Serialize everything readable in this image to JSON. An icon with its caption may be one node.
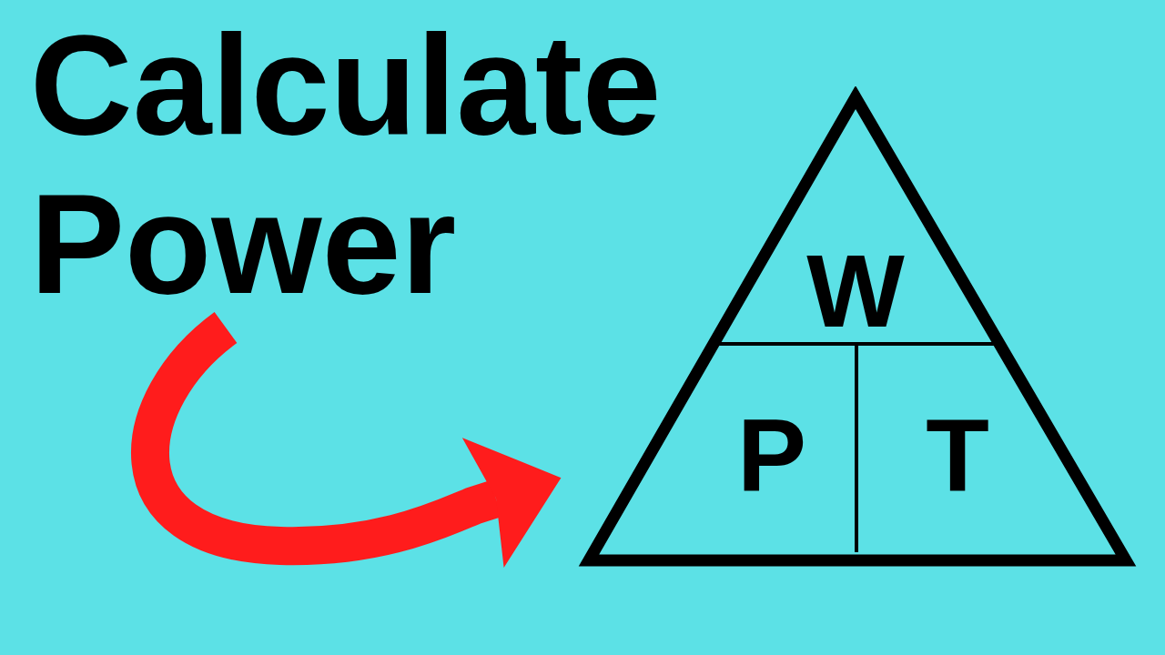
{
  "diagram": {
    "nodes": [
      {
        "text": [
          "Calculate Power"
        ]
      },
      {
        "text": [],
        "shape": "triangle"
      },
      {
        "text": [
          "W"
        ],
        "in": 1
      },
      {
        "text": [
          "P"
        ],
        "in": 1
      },
      {
        "text": [
          "T"
        ],
        "in": 1
      }
    ],
    "edges": [
      {
        "from": 0,
        "to": 1,
        "arrow": "to",
        "color": "#ff1c1c"
      }
    ]
  }
}
